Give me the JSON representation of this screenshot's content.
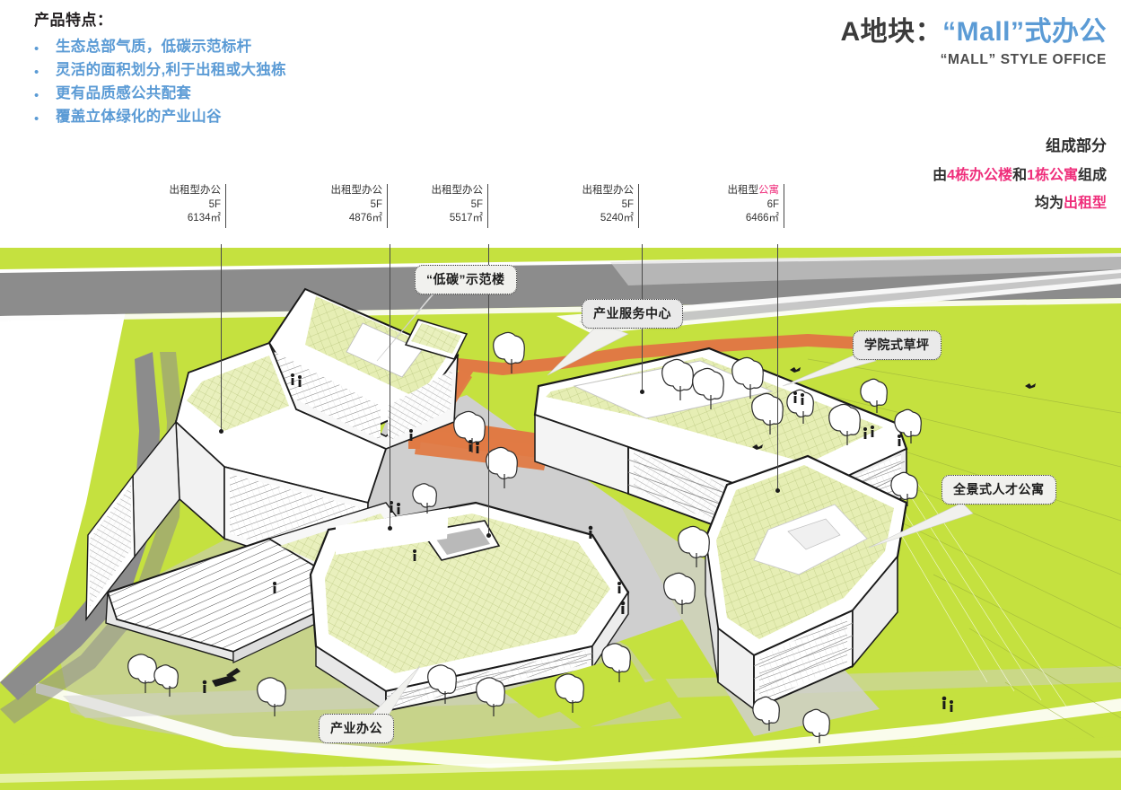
{
  "features": {
    "title": "产品特点：",
    "bullet_glyph": "•",
    "accent_color": "#5b9bd5",
    "items": [
      "生态总部气质，低碳示范标杆",
      "灵活的面积划分,利于出租或大独栋",
      "更有品质感公共配套",
      "覆盖立体绿化的产业山谷"
    ]
  },
  "title": {
    "prefix": "A地块：",
    "accent": "“Mall”式办公",
    "subtitle": "“MALL” STYLE OFFICE",
    "accent_color": "#5b9bd5"
  },
  "composition": {
    "heading": "组成部分",
    "line1_a": "由",
    "line1_b": "4栋办公楼",
    "line1_c": "和",
    "line1_d": "1栋公寓",
    "line1_e": "组成",
    "line2_a": "均为",
    "line2_b": "出租型",
    "highlight_color": "#ef2e7b"
  },
  "building_specs": [
    {
      "type": "出租型办公",
      "type_plain": "出租型办公",
      "type_highlight": "",
      "floors": "5F",
      "area": "6134",
      "unit": "㎡"
    },
    {
      "type": "出租型办公",
      "type_plain": "出租型办公",
      "type_highlight": "",
      "floors": "5F",
      "area": "4876",
      "unit": "㎡"
    },
    {
      "type": "出租型办公",
      "type_plain": "出租型办公",
      "type_highlight": "",
      "floors": "5F",
      "area": "5517",
      "unit": "㎡"
    },
    {
      "type": "出租型办公",
      "type_plain": "出租型办公",
      "type_highlight": "",
      "floors": "5F",
      "area": "5240",
      "unit": "㎡"
    },
    {
      "type": "出租型公寓",
      "type_plain": "出租型",
      "type_highlight": "公寓",
      "floors": "6F",
      "area": "6466",
      "unit": "㎡"
    }
  ],
  "map_callouts": [
    {
      "label": "“低碳”示范楼"
    },
    {
      "label": "产业服务中心"
    },
    {
      "label": "学院式草坪"
    },
    {
      "label": "全景式人才公寓"
    },
    {
      "label": "产业办公"
    }
  ],
  "palette": {
    "lawn": "#c5e13f",
    "road": "#8c8c8c",
    "plaza": "#cfcfcf",
    "orange_path": "#e07a44",
    "roof_green": "#e3edb2",
    "building_white": "#ffffff",
    "outline": "#1a1a1a",
    "blue": "#5b9bd5",
    "pink": "#ef2e7b"
  }
}
